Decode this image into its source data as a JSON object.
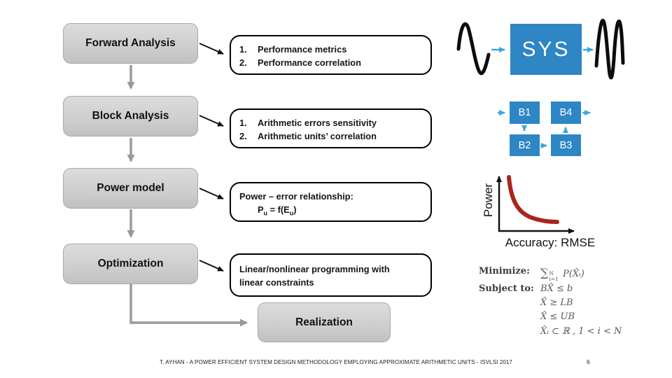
{
  "colors": {
    "block_blue": "#2E86C4",
    "arrow_blue": "#38A8DA",
    "curve_red": "#A8251D",
    "flow_gray": "#CFCFCF"
  },
  "flow": {
    "steps": [
      {
        "label": "Forward Analysis"
      },
      {
        "label": "Block Analysis"
      },
      {
        "label": "Power model"
      },
      {
        "label": "Optimization"
      },
      {
        "label": "Realization"
      }
    ]
  },
  "details": {
    "list_numbers": [
      "1.",
      "2."
    ],
    "performance": {
      "items": [
        "Performance metrics",
        "Performance correlation"
      ]
    },
    "arithmetic": {
      "items": [
        "Arithmetic errors sensitivity",
        "Arithmetic units’ correlation"
      ]
    },
    "power_model": {
      "title": "Power – error relationship:",
      "formula": {
        "base": "P",
        "sub1": "u",
        "mid": " = f(E",
        "sub2": "u",
        "end": ")"
      }
    },
    "optimization": {
      "lines": [
        "Linear/nonlinear programming with",
        "linear constraints"
      ]
    }
  },
  "system_diagram": {
    "sys_label": "SYS",
    "blocks": [
      {
        "label": "B1"
      },
      {
        "label": "B4"
      },
      {
        "label": "B2"
      },
      {
        "label": "B3"
      }
    ]
  },
  "power_chart": {
    "type": "line",
    "ylabel": "Power",
    "xlabel": "Accuracy: RMSE",
    "trend": "convex decreasing curve (power drops as RMSE grows)"
  },
  "math": {
    "minimize_label": "Minimize:",
    "subject_label": "Subject to:",
    "objective": {
      "sum": "∑",
      "sup": "N",
      "sub": "i=1",
      "body": " P(X̂ᵢ)"
    },
    "constraints": [
      "BX̂ ≤ b",
      "X̂ ≥ LB",
      "X̂ ≤ UB",
      "X̂ᵢ ⊂ ℝ , 1 < i < N"
    ]
  },
  "footer": {
    "citation": "T. AYHAN - A POWER EFFICIENT SYSTEM DESIGN METHODOLOGY EMPLOYING APPROXIMATE ARITHMETIC UNITS - ISVLSI 2017",
    "page_number": "6"
  }
}
